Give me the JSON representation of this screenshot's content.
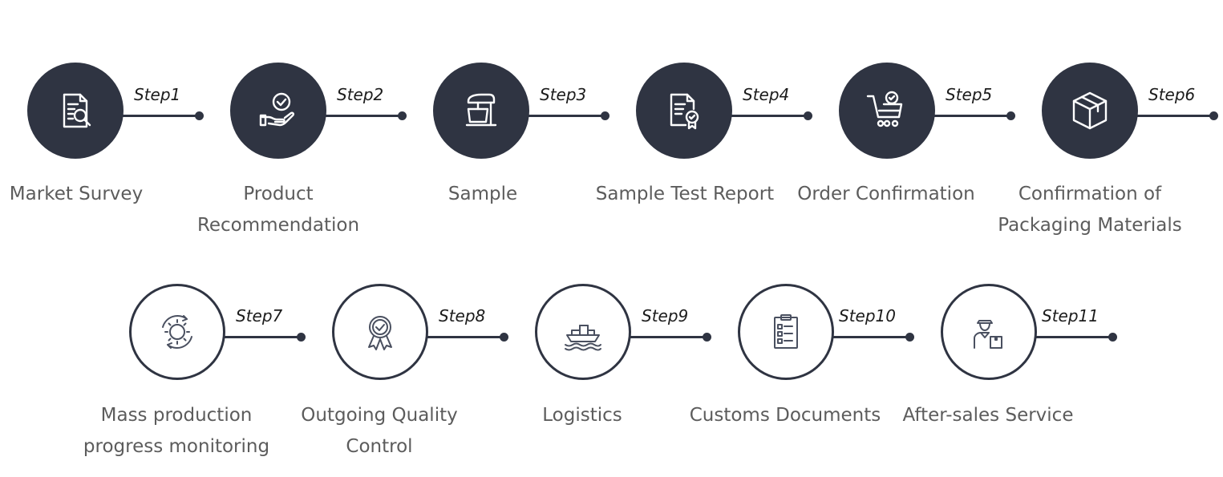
{
  "colors": {
    "dark": "#2f3442",
    "text": "#5c5c5c",
    "step_text": "#1c1c1c"
  },
  "steps": [
    {
      "label": "Step1",
      "title1": "Market Survey",
      "title2": "",
      "icon": "magnifier-document-icon"
    },
    {
      "label": "Step2",
      "title1": "Product",
      "title2": "Recommendation",
      "icon": "hand-check-icon"
    },
    {
      "label": "Step3",
      "title1": "Sample",
      "title2": "",
      "icon": "stand-mixer-icon"
    },
    {
      "label": "Step4",
      "title1": "Sample Test Report",
      "title2": "",
      "icon": "certificate-document-icon"
    },
    {
      "label": "Step5",
      "title1": "Order Confirmation",
      "title2": "",
      "icon": "shopping-cart-check-icon"
    },
    {
      "label": "Step6",
      "title1": "Confirmation of",
      "title2": "Packaging Materials",
      "icon": "package-box-icon"
    },
    {
      "label": "Step7",
      "title1": "Mass production",
      "title2": "progress monitoring",
      "icon": "gear-refresh-icon"
    },
    {
      "label": "Step8",
      "title1": "Outgoing Quality",
      "title2": "Control",
      "icon": "award-ribbon-icon"
    },
    {
      "label": "Step9",
      "title1": "Logistics",
      "title2": "",
      "icon": "cargo-ship-icon"
    },
    {
      "label": "Step10",
      "title1": "Customs Documents",
      "title2": "",
      "icon": "clipboard-checklist-icon"
    },
    {
      "label": "Step11",
      "title1": "After-sales Service",
      "title2": "",
      "icon": "delivery-person-icon"
    }
  ]
}
